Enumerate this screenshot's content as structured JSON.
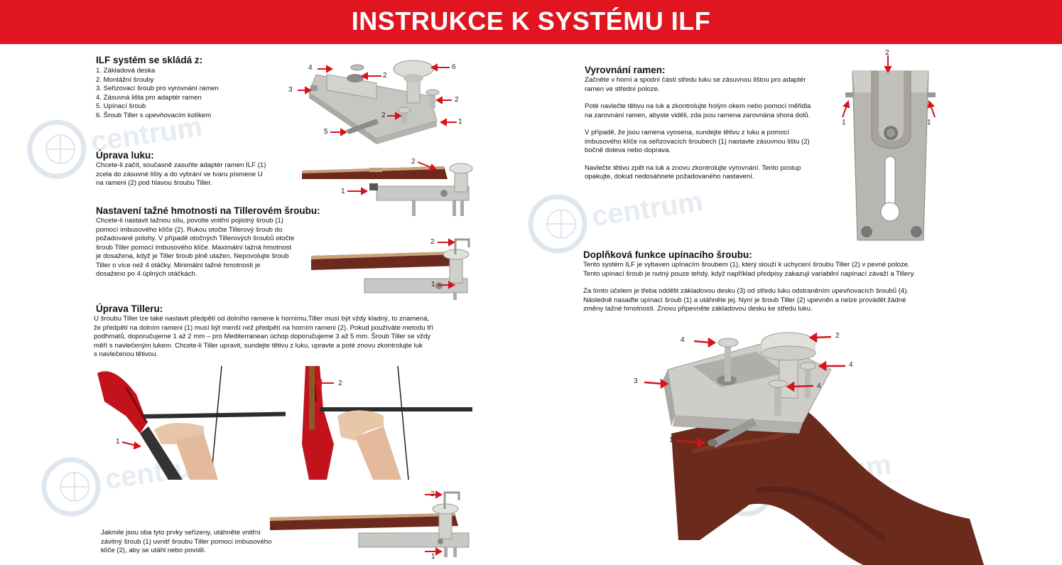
{
  "banner": {
    "title": "INSTRUKCE K SYSTÉMU ILF"
  },
  "watermark": {
    "text": "centrum"
  },
  "composition": {
    "heading": "ILF systém se skládá z:",
    "items": [
      "1. Základová deska",
      "2. Montážní šrouby",
      "3. Seřizovací šroub pro vyrovnání ramen",
      "4. Zásuvná lišta pro adaptér ramen",
      "5. Upínací šroub",
      "6. Šroub Tiller s upevňovacím kolíkem"
    ],
    "callouts": [
      "4",
      "2",
      "6",
      "3",
      "2",
      "2",
      "1",
      "5"
    ]
  },
  "bow_adjust": {
    "heading": "Úprava luku:",
    "lines": [
      "Chcete-li začít, současně zasuňte adaptér ramen ILF (1)",
      "zcela do zásuvné lišty a do vybrání ve tvaru písmene U",
      "na rameni (2) pod hlavou šroubu Tiller."
    ],
    "callouts": [
      "2",
      "1"
    ]
  },
  "draw_weight": {
    "heading": "Nastavení tažné hmotnosti na Tillerovém šroubu:",
    "lines": [
      "Chcete-li nastavit tažnou sílu, povolte vnitřní pojistný šroub (1)",
      "pomocí imbusového klíče (2). Rukou otočte Tillerový šroub do",
      "požadované polohy. V případě otočných Tillerových šroubů otočte",
      "šroub Tiller pomocí imbusového klíče. Maximální tažná hmotnost",
      "je dosažena, když je Tiller šroub plně utažen. Nepovolujte šroub",
      "Tiller o více než 4 otáčky. Minimální tažné hmotnosti je",
      "dosaženo po 4 úplných otáčkách."
    ],
    "callouts": [
      "2",
      "1"
    ]
  },
  "tiller_adjust": {
    "heading": "Úprava Tilleru:",
    "lines": [
      "U šroubu  Tiller  lze také nastavit předpětí od dolního ramene k hornímu.Tiller musí být vždy kladný, to znamená,",
      "že předpětí na dolním rameni (1) musí být menší než předpětí na horním rameni (2). Pokud používáte metodu tří",
      "podhmatů, doporučujeme 1 až 2 mm – pro Mediterranean  úchop doporučujeme 3 až 5 mm. Šroub Tiller se vždy",
      "měří s navlečeným lukem. Chcete-li Tiller upravit, sundejte tětivu z luku, upravte a poté znovu zkontrolujte luk",
      "s navlečenou tětivou."
    ],
    "callouts": [
      "1",
      "2"
    ]
  },
  "final_note": {
    "lines": [
      "Jakmile jsou oba tyto prvky seřízeny, utáhněte vnitřní",
      "závitný šroub (1) uvnitř šroubu Tiller pomocí imbusového",
      "klíče (2), aby se utáhl nebo povolil."
    ],
    "callouts": [
      "2",
      "1"
    ]
  },
  "limb_align": {
    "heading": "Vyrovnání ramen:",
    "paragraphs": [
      [
        "Začněte v horní a spodní části středu luku se zásuvnou lištou pro adaptér",
        "ramen ve střední poloze."
      ],
      [
        "Poté navlečte tětivu na luk a zkontrolujte holým okem nebo pomocí měřidla",
        "na zarovnání ramen, abyste viděli, zda jsou ramena zarovnána shora dolů."
      ],
      [
        "V případě, že jsou  ramena  vyosena,  sundejte tětivu z luku a pomocí",
        "imbusového klíče na seřizovacích šroubech (1) nastavte zásuvnou lištu (2)",
        "bočně doleva nebo doprava."
      ],
      [
        "Navlečte tětivu zpět na luk a znovu zkontrolujte vyrovnání. Tento postup",
        "opakujte, dokud nedosáhnete požadovaného nastavení."
      ]
    ],
    "callouts": [
      "2",
      "1",
      "1"
    ]
  },
  "clamp_function": {
    "heading": "Doplňková funkce upínacího šroubu:",
    "paragraphs": [
      [
        "Tento systém ILF je vybaven upínacím šroubem (1), který slouží k uchycení šroubu Tiller (2) v pevné poloze.",
        "Tento upínací šroub je nutný pouze tehdy, když například předpisy zakazují variabilní napínací závaží a Tillery."
      ],
      [
        "Za tímto účelem je třeba oddělit základovou desku (3) od středu luku odstraněním upevňovacích šroubů (4).",
        "Následně nasaďte upínací šroub (1) a utáhněte jej. Nyní je šroub Tiller (2) upevněn a nelze provádět žádné",
        "změny tažné hmotnosti. Znovu připevněte základovou desku ke středu luku."
      ]
    ],
    "callouts": [
      "4",
      "2",
      "4",
      "3",
      "4",
      "1"
    ]
  },
  "colors": {
    "banner": "#e1151f",
    "arrow": "#d4141c",
    "wood": "#6b2a1c",
    "metal": "#c9c9c5",
    "watermark": "#dfe6ee"
  }
}
